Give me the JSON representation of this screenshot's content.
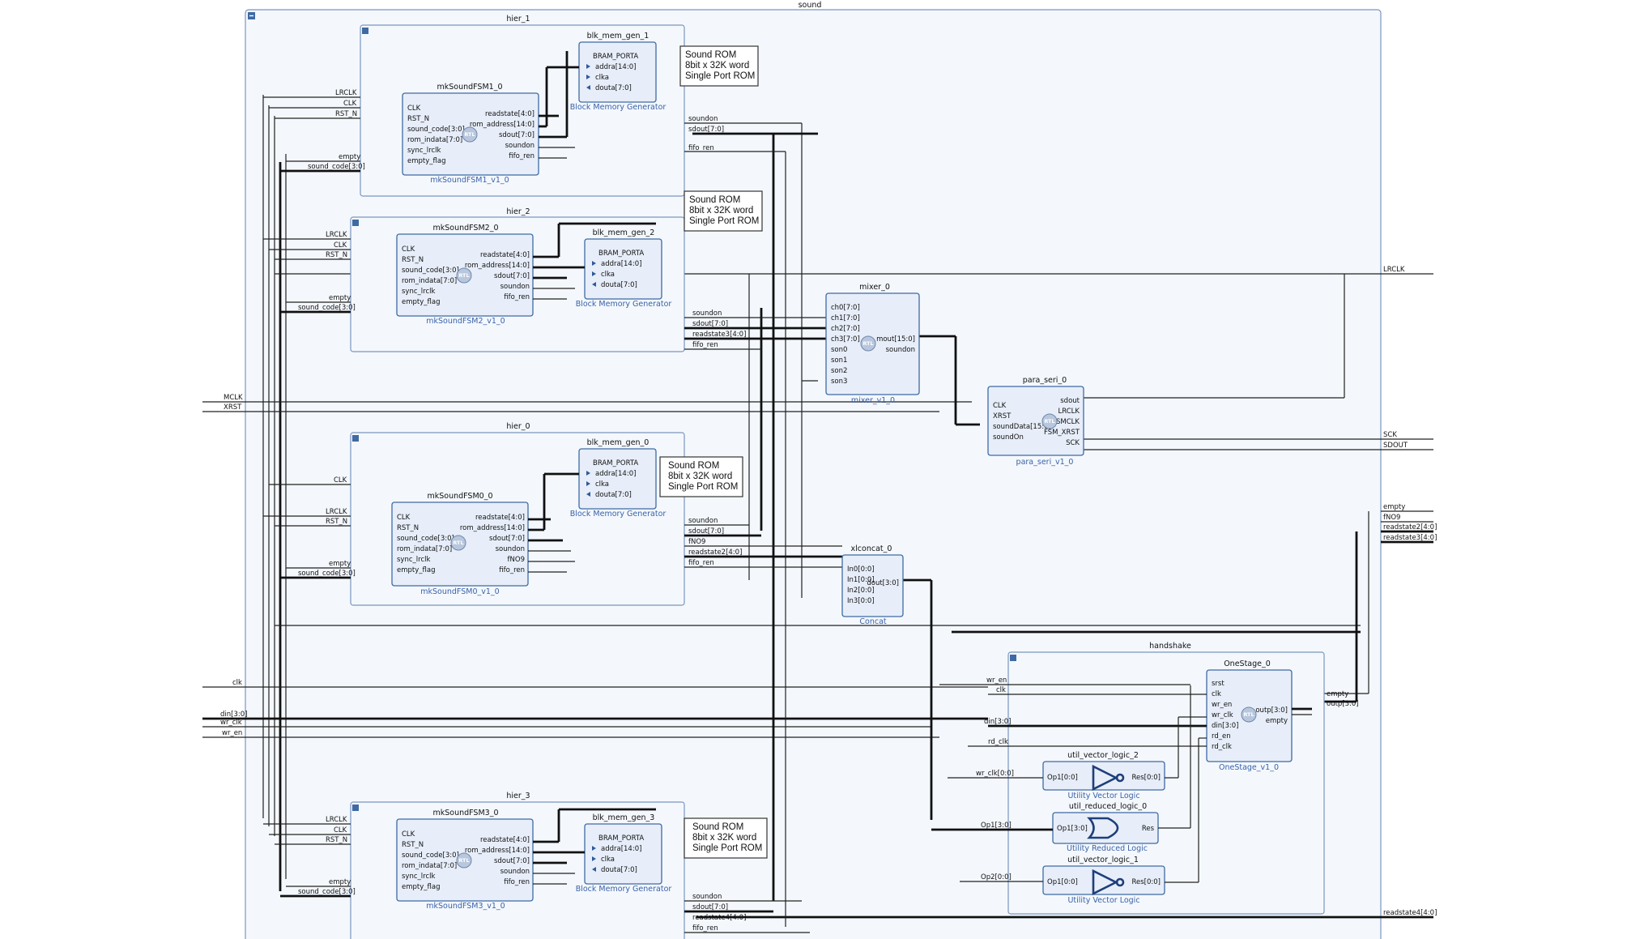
{
  "top": {
    "title": "sound"
  },
  "note": {
    "line1": "Sound ROM",
    "line2": "8bit x 32K word",
    "line3": "Single Port ROM"
  },
  "fsm_pins": {
    "left": [
      "CLK",
      "RST_N",
      "sound_code[3:0]",
      "rom_indata[7:0]",
      "sync_lrclk",
      "empty_flag"
    ],
    "right_main": [
      "readstate[4:0]",
      "rom_address[14:0]",
      "sdout[7:0]",
      "soundon",
      "fifo_ren"
    ],
    "right_fsm0": [
      "readstate[4:0]",
      "rom_address[14:0]",
      "sdout[7:0]",
      "soundon",
      "fNO9",
      "fifo_ren"
    ]
  },
  "bram_pins": {
    "group": "BRAM_PORTA",
    "p1": "addra[14:0]",
    "p2": "clka",
    "p3": "douta[7:0]",
    "sub": "Block Memory Generator"
  },
  "hier_1": {
    "title": "hier_1",
    "fsm": "mkSoundFSM1_0",
    "fsm_sub": "mkSoundFSM1_v1_0",
    "bram": "blk_mem_gen_1",
    "in_labels": [
      "LRCLK",
      "CLK",
      "RST_N",
      "empty",
      "sound_code[3:0]"
    ],
    "out_labels": [
      "soundon",
      "sdout[7:0]",
      "fifo_ren"
    ]
  },
  "hier_2": {
    "title": "hier_2",
    "fsm": "mkSoundFSM2_0",
    "fsm_sub": "mkSoundFSM2_v1_0",
    "bram": "blk_mem_gen_2",
    "in_labels": [
      "LRCLK",
      "CLK",
      "RST_N",
      "empty",
      "sound_code[3:0]"
    ],
    "out_labels": [
      "soundon",
      "sdout[7:0]",
      "readstate3[4:0]",
      "fifo_ren"
    ]
  },
  "hier_0": {
    "title": "hier_0",
    "fsm": "mkSoundFSM0_0",
    "fsm_sub": "mkSoundFSM0_v1_0",
    "bram": "blk_mem_gen_0",
    "in_labels": [
      "CLK",
      "LRCLK",
      "RST_N",
      "empty",
      "sound_code[3:0]"
    ],
    "out_labels": [
      "soundon",
      "sdout[7:0]",
      "fNO9",
      "readstate2[4:0]",
      "fifo_ren"
    ]
  },
  "hier_3": {
    "title": "hier_3",
    "fsm": "mkSoundFSM3_0",
    "fsm_sub": "mkSoundFSM3_v1_0",
    "bram": "blk_mem_gen_3",
    "in_labels": [
      "LRCLK",
      "CLK",
      "RST_N",
      "empty",
      "sound_code[3:0]"
    ],
    "out_labels": [
      "soundon",
      "sdout[7:0]",
      "readstate4[4:0]",
      "fifo_ren"
    ]
  },
  "mixer": {
    "title": "mixer_0",
    "sub": "mixer_v1_0",
    "inputs": [
      "ch0[7:0]",
      "ch1[7:0]",
      "ch2[7:0]",
      "ch3[7:0]",
      "son0",
      "son1",
      "son2",
      "son3"
    ],
    "outputs": [
      "mout[15:0]",
      "soundon"
    ]
  },
  "para": {
    "title": "para_seri_0",
    "sub": "para_seri_v1_0",
    "inputs": [
      "CLK",
      "XRST",
      "soundData[15:0]",
      "soundOn"
    ],
    "outputs": [
      "sdout",
      "LRCLK",
      "FSMCLK",
      "FSM_XRST",
      "SCK"
    ]
  },
  "concat": {
    "title": "xlconcat_0",
    "sub": "Concat",
    "inputs": [
      "In0[0:0]",
      "In1[0:0]",
      "In2[0:0]",
      "In3[0:0]"
    ],
    "output": "dout[3:0]"
  },
  "handshake": {
    "title": "handshake",
    "in_labels": [
      "wr_en",
      "clk",
      "din[3:0]",
      "rd_clk",
      "wr_clk[0:0]",
      "Op1[3:0]",
      "Op2[0:0]"
    ],
    "out_labels": [
      "empty",
      "outp[3:0]"
    ]
  },
  "onestage": {
    "title": "OneStage_0",
    "sub": "OneStage_v1_0",
    "inputs": [
      "srst",
      "clk",
      "wr_en",
      "wr_clk",
      "din[3:0]",
      "rd_en",
      "rd_clk"
    ],
    "outputs": [
      "outp[3:0]",
      "empty"
    ]
  },
  "uvl2": {
    "title": "util_vector_logic_2",
    "sub": "Utility Vector Logic",
    "in": "Op1[0:0]",
    "out": "Res[0:0]"
  },
  "url0": {
    "title": "util_reduced_logic_0",
    "sub": "Utility Reduced Logic",
    "in": "Op1[3:0]",
    "out": "Res"
  },
  "uvl1": {
    "title": "util_vector_logic_1",
    "sub": "Utility Vector Logic",
    "in": "Op1[0:0]",
    "out": "Res[0:0]"
  },
  "ext_left": [
    "MCLK",
    "XRST",
    "clk",
    "din[3:0]",
    "wr_clk",
    "wr_en"
  ],
  "ext_right": [
    "LRCLK",
    "SCK",
    "SDOUT",
    "empty",
    "fNO9",
    "readstate2[4:0]",
    "readstate3[4:0]",
    "readstate4[4:0]"
  ],
  "rtl_badge": "RTL"
}
